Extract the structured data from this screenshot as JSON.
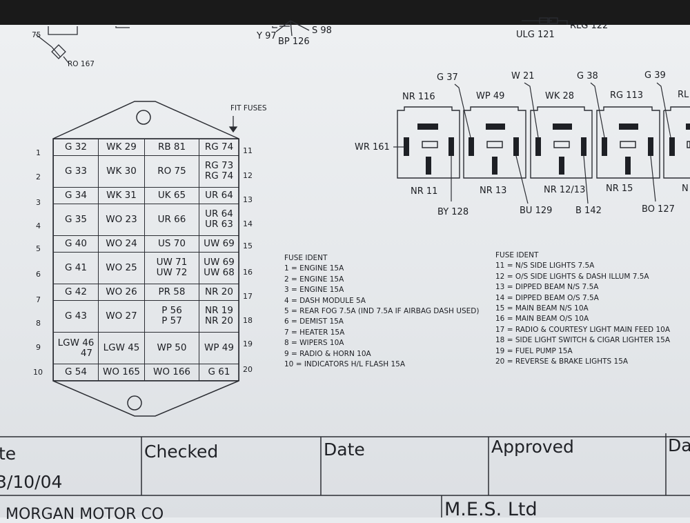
{
  "top_labels": {
    "l75": "75",
    "ro167": "RO 167",
    "y97": "Y 97",
    "s98": "S 98",
    "bp126": "BP 126",
    "ulg121": "ULG 121",
    "rlg122": "RLG 122"
  },
  "fusebox": {
    "fit_fuses": "FIT FUSES",
    "left_numbers": [
      "1",
      "2",
      "3",
      "4",
      "5",
      "6",
      "7",
      "8",
      "9",
      "10"
    ],
    "right_numbers": [
      "11",
      "12",
      "13",
      "14",
      "15",
      "16",
      "17",
      "18",
      "19",
      "20"
    ],
    "rows": [
      [
        "G 32",
        "WK 29",
        "RB 81",
        "RG 74"
      ],
      [
        "G 33",
        "WK 30",
        "RO 75",
        "RG 73\nRG 74"
      ],
      [
        "G 34",
        "WK 31",
        "UK 65",
        "UR 64"
      ],
      [
        "G 35",
        "WO 23",
        "UR 66",
        "UR 64\nUR 63"
      ],
      [
        "G 40",
        "WO 24",
        "US 70",
        "UW 69"
      ],
      [
        "G 41",
        "WO 25",
        "UW 71\nUW 72",
        "UW 69\nUW 68"
      ],
      [
        "G 42",
        "WO 26",
        "PR 58",
        "NR 20"
      ],
      [
        "G 43",
        "WO 27",
        "P 56\nP 57",
        "NR 19\nNR 20"
      ],
      [
        "LGW 46\n47",
        "LGW 45",
        "WP 50",
        "WP 49"
      ],
      [
        "G 54",
        "WO 165",
        "WO 166",
        "G 61"
      ]
    ]
  },
  "relays": {
    "nr116": "NR 116",
    "wr161": "WR 161",
    "nr11": "NR 11",
    "by128": "BY 128",
    "g37": "G 37",
    "wp49": "WP 49",
    "nr13": "NR 13",
    "bu129": "BU 129",
    "w21": "W 21",
    "wk28": "WK 28",
    "nr1213": "NR 12/13",
    "b142": "B 142",
    "g38": "G 38",
    "rg113": "RG 113",
    "nr15": "NR 15",
    "bo127": "BO 127",
    "g39": "G 39",
    "rl": "RL",
    "n": "N"
  },
  "fuse_ident_left": {
    "heading": "FUSE IDENT",
    "items": [
      "1 = ENGINE 15A",
      "2 = ENGINE 15A",
      "3 = ENGINE 15A",
      "4 = DASH MODULE 5A",
      "5 = REAR FOG  7.5A (IND 7.5A IF AIRBAG DASH USED)",
      "6 = DEMIST 15A",
      "7 = HEATER 15A",
      "8 = WIPERS 10A",
      "9 = RADIO & HORN 10A",
      "10 = INDICATORS H/L FLASH 15A"
    ]
  },
  "fuse_ident_right": {
    "heading": "FUSE IDENT",
    "items": [
      "11 = N/S SIDE LIGHTS 7.5A",
      "12 = O/S SIDE LIGHTS & DASH ILLUM 7.5A",
      "13 = DIPPED BEAM N/S 7.5A",
      "14 = DIPPED BEAM O/S 7.5A",
      "15 = MAIN BEAM N/S 10A",
      "16 = MAIN BEAM O/S 10A",
      "17 = RADIO & COURTESY LIGHT MAIN FEED 10A",
      "18 = SIDE LIGHT SWITCH & CIGAR LIGHTER 15A",
      "19 = FUEL PUMP 15A",
      "20 = REVERSE & BRAKE LIGHTS 15A"
    ]
  },
  "title_block": {
    "te": "te",
    "date_value": "3/10/04",
    "checked": "Checked",
    "date": "Date",
    "approved": "Approved",
    "da": "Da",
    "company": "MORGAN MOTOR CO",
    "mes": "M.E.S. Ltd"
  }
}
